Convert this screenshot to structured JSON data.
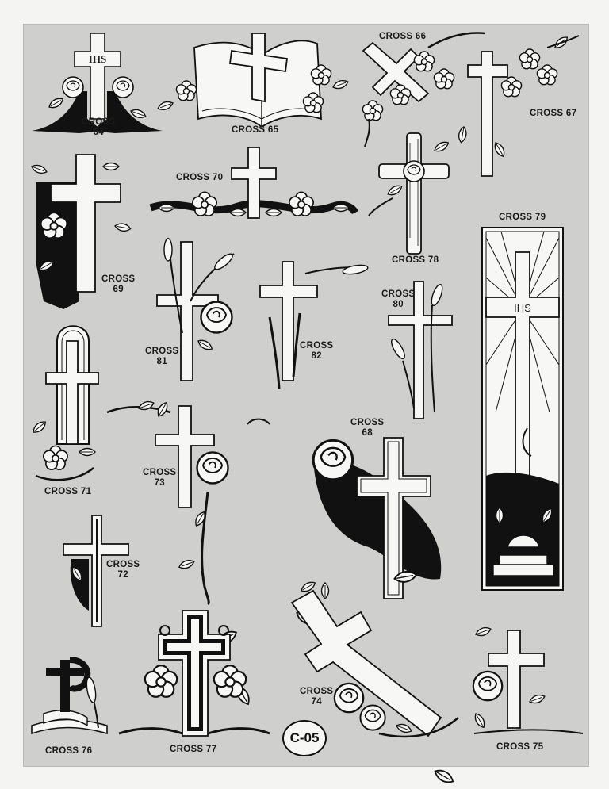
{
  "sheet": {
    "background": "#cfcfcd",
    "line_color": "#111111",
    "fill_color": "#f7f7f5"
  },
  "page_code": "C-05",
  "monogram_script": "IHS",
  "monogram_plain": "IHS",
  "items": [
    {
      "id": "cross-64",
      "label": "CROSS",
      "number": "64",
      "motif": "ihs cross with roses"
    },
    {
      "id": "cross-65",
      "label": "CROSS",
      "number": "65",
      "motif": "open book with cross and flowers"
    },
    {
      "id": "cross-66",
      "label": "CROSS",
      "number": "66",
      "motif": "diagonal cross with flower spray"
    },
    {
      "id": "cross-67",
      "label": "CROSS",
      "number": "67",
      "motif": "cross with corner flowers"
    },
    {
      "id": "cross-68",
      "label": "CROSS",
      "number": "68",
      "motif": "cross with rose and vine"
    },
    {
      "id": "cross-69",
      "label": "CROSS",
      "number": "69",
      "motif": "cross with vine border"
    },
    {
      "id": "cross-70",
      "label": "CROSS",
      "number": "70",
      "motif": "cross on flower garland"
    },
    {
      "id": "cross-71",
      "label": "CROSS",
      "number": "71",
      "motif": "gothic window cross"
    },
    {
      "id": "cross-72",
      "label": "CROSS",
      "number": "72",
      "motif": "cross with ivy"
    },
    {
      "id": "cross-73",
      "label": "CROSS",
      "number": "73",
      "motif": "cross with rose stem"
    },
    {
      "id": "cross-74",
      "label": "CROSS",
      "number": "74",
      "motif": "tilted cross with roses"
    },
    {
      "id": "cross-75",
      "label": "CROSS",
      "number": "75",
      "motif": "cross with rose corner"
    },
    {
      "id": "cross-76",
      "label": "CROSS",
      "number": "76",
      "motif": "chi-rho with book and wheat"
    },
    {
      "id": "cross-77",
      "label": "CROSS",
      "number": "77",
      "motif": "cross with two flowers"
    },
    {
      "id": "cross-78",
      "label": "CROSS",
      "number": "78",
      "motif": "rustic log cross with rose"
    },
    {
      "id": "cross-79",
      "label": "CROSS",
      "number": "79",
      "motif": "stained glass panel with IHS cross"
    },
    {
      "id": "cross-80",
      "label": "CROSS",
      "number": "80",
      "motif": "cross with wheat"
    },
    {
      "id": "cross-81",
      "label": "CROSS",
      "number": "81",
      "motif": "cross with wheat and rose"
    },
    {
      "id": "cross-82",
      "label": "CROSS",
      "number": "82",
      "motif": "cross with wheat stalks"
    }
  ]
}
